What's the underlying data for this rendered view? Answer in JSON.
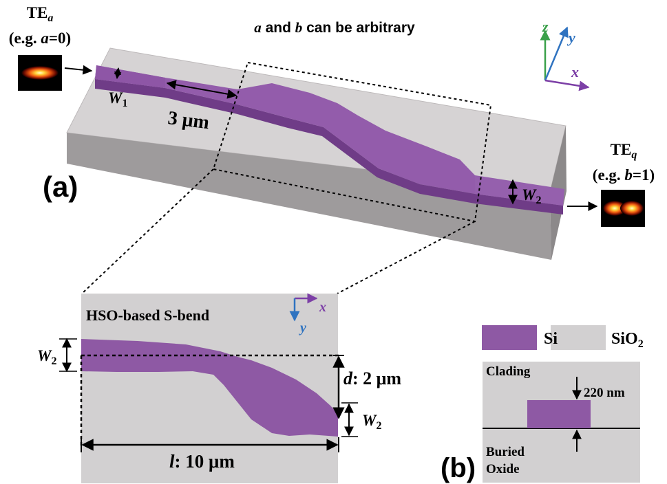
{
  "top": {
    "input_mode": {
      "base": "TE",
      "sub": "a"
    },
    "input_example": {
      "open": "(e.g. ",
      "var": "a",
      "eq": "=0)"
    },
    "caption": {
      "a": "a",
      "mid": " and ",
      "b": "b",
      "end": " can be arbitrary"
    },
    "output_mode": {
      "base": "TE",
      "sub": "q"
    },
    "output_example": {
      "open": "(e.g. ",
      "var": "b",
      "eq": "=1)"
    },
    "w1": {
      "base": "W",
      "sub": "1"
    },
    "w2": {
      "base": "W",
      "sub": "2"
    },
    "length": "3 μm",
    "panel_label": "(a)",
    "axes": {
      "z": "z",
      "y": "y",
      "x": "x"
    }
  },
  "inset": {
    "title": "HSO-based S-bend",
    "axes": {
      "x": "x",
      "y": "y"
    },
    "w2_left": {
      "base": "W",
      "sub": "2"
    },
    "w2_right": {
      "base": "W",
      "sub": "2"
    },
    "offset": {
      "var": "d",
      "value": ": 2 μm"
    },
    "length": {
      "var": "l",
      "value": ": 10 μm"
    }
  },
  "legend": {
    "si": "Si",
    "sio2": {
      "base": "SiO",
      "sub": "2"
    },
    "cladding": "Clading",
    "thickness": "220 nm",
    "buried1": "Buried",
    "buried2": "Oxide",
    "panel_label": "(b)"
  },
  "colors": {
    "si": "#8e59a4",
    "si_dark": "#6f3c87",
    "oxide": "#d2d0d1",
    "axis_z": "#3aa04a",
    "axis_y": "#2f73c0",
    "axis_x": "#7c3fa6"
  }
}
